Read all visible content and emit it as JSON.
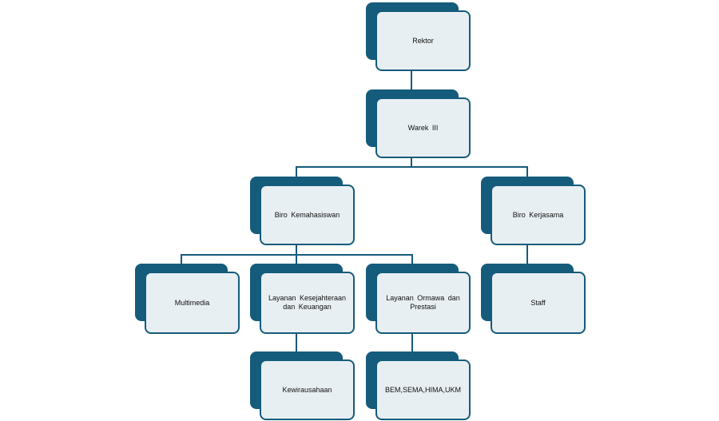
{
  "colors": {
    "accent": "#155b7c",
    "box_fill": "#e8eff2"
  },
  "nodes": {
    "rektor": "Rektor",
    "warek": "Warek III",
    "biro_kemahasiswan": "Biro  Kemahasiswan",
    "biro_kerjasama": "Biro  Kerjasama",
    "multimedia": "Multimedia",
    "layanan_kesejahteraan": "Layanan   Kesejahteraan\ndan Keuangan",
    "layanan_ormawa": "Layanan Ormawa  dan\nPrestasi",
    "staff": "Staff",
    "kewirausahaan": "Kewirausahaan",
    "bem": "BEM,SEMA,HIMA,UKM"
  }
}
